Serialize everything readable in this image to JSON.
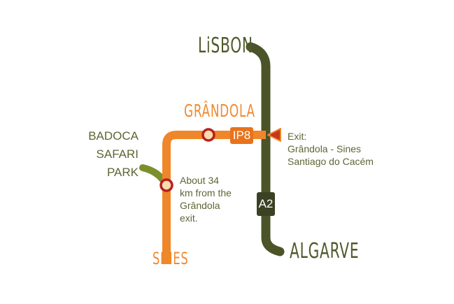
{
  "places": {
    "lisbon": "LiSBON",
    "algarve": "ALGARVE",
    "grandola": "GRÂNDOLA",
    "sines": "SINES",
    "badoca": [
      "BADOCA",
      "SAFARI",
      "PARK"
    ]
  },
  "roads": {
    "ip8": "IP8",
    "a2": "A2"
  },
  "exit_note": [
    "Exit:",
    "Grândola - Sines",
    "Santiago do Cacém"
  ],
  "distance_note": [
    "About 34",
    "km from the",
    "Grândola",
    "exit."
  ],
  "colors": {
    "a2_line": "#4b5328",
    "ip8_line": "#f0862a",
    "park_branch": "#7b8f2c",
    "marker_ring": "#b8201f",
    "marker_fill": "#f6dcae"
  }
}
